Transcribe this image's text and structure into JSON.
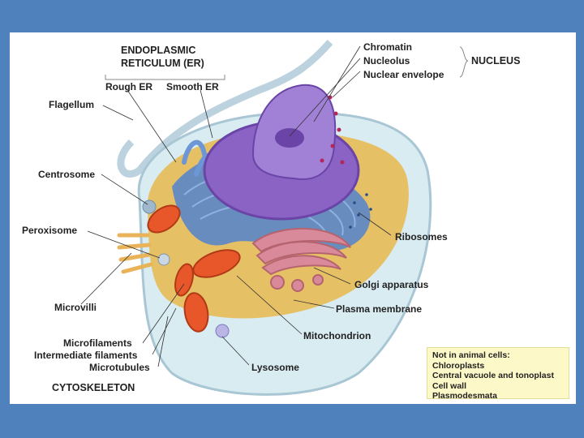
{
  "labels": {
    "er_title_1": "ENDOPLASMIC",
    "er_title_2": "RETICULUM (ER)",
    "rough_er": "Rough ER",
    "smooth_er": "Smooth ER",
    "flagellum": "Flagellum",
    "centrosome": "Centrosome",
    "peroxisome": "Peroxisome",
    "microvilli": "Microvilli",
    "microfilaments": "Microfilaments",
    "intermediate_filaments": "Intermediate filaments",
    "microtubules": "Microtubules",
    "cytoskeleton": "CYTOSKELETON",
    "chromatin": "Chromatin",
    "nucleolus": "Nucleolus",
    "nuclear_envelope": "Nuclear envelope",
    "nucleus": "NUCLEUS",
    "ribosomes": "Ribosomes",
    "golgi": "Golgi apparatus",
    "plasma_membrane": "Plasma membrane",
    "mitochondrion": "Mitochondrion",
    "lysosome": "Lysosome"
  },
  "note": {
    "title": "Not in animal cells:",
    "items": [
      "Chloroplasts",
      "Central vacuole and tonoplast",
      "Cell wall",
      "Plasmodesmata"
    ]
  },
  "colors": {
    "slide_background": "#4f81bd",
    "cytoplasm": "#d9ecf2",
    "nucleus": "#7b4fb5",
    "er": "#5b86c8",
    "golgi": "#d98a9a",
    "mitochondria": "#e8572a",
    "note_background": "#fdf8c8"
  }
}
